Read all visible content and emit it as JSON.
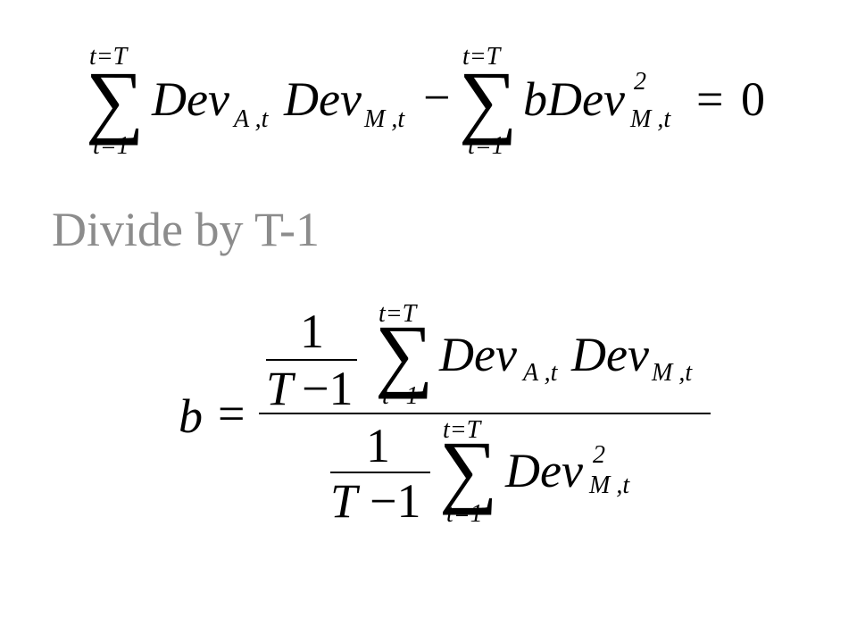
{
  "equation1": {
    "sum_upper": "t=T",
    "sum_lower": "t=1",
    "term1_a": "Dev",
    "term1_a_sub": "A ,t",
    "term1_b": "Dev",
    "term1_b_sub": "M ,t",
    "minus": "−",
    "sum2_upper": "t=T",
    "sum2_lower": "t=1",
    "term2": "bDev",
    "term2_sup": "2",
    "term2_sub": "M ,t",
    "equals": "=",
    "rhs": "0"
  },
  "subtitle": "Divide by T-1",
  "equation2": {
    "lhs": "b",
    "equals": "=",
    "num_frac_num": "1",
    "num_frac_den_T": "T",
    "num_frac_den_rest": "−1",
    "num_sum_upper": "t=T",
    "num_sum_lower": "t=1",
    "num_term_a": "Dev",
    "num_term_a_sub": "A ,t",
    "num_term_b": "Dev",
    "num_term_b_sub": "M ,t",
    "den_frac_num": "1",
    "den_frac_den_T": "T",
    "den_frac_den_rest": "−1",
    "den_sum_upper": "t=T",
    "den_sum_lower": "t=1",
    "den_term": "Dev",
    "den_term_sup": "2",
    "den_term_sub": "M ,t"
  }
}
